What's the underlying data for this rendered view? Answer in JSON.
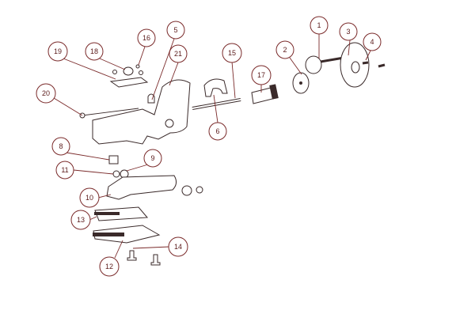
{
  "title": "Exploded parts diagram",
  "callouts": {
    "c1": "1",
    "c2": "2",
    "c3": "3",
    "c4": "4",
    "c5": "5",
    "c6": "6",
    "c8": "8",
    "c9": "9",
    "c10": "10",
    "c11": "11",
    "c12": "12",
    "c13": "13",
    "c14": "14",
    "c15": "15",
    "c16": "16",
    "c17": "17",
    "c18": "18",
    "c19": "19",
    "c20": "20",
    "c21": "21"
  },
  "colors": {
    "callout": "#7a2a2a",
    "parts": "#3a2a2a"
  }
}
